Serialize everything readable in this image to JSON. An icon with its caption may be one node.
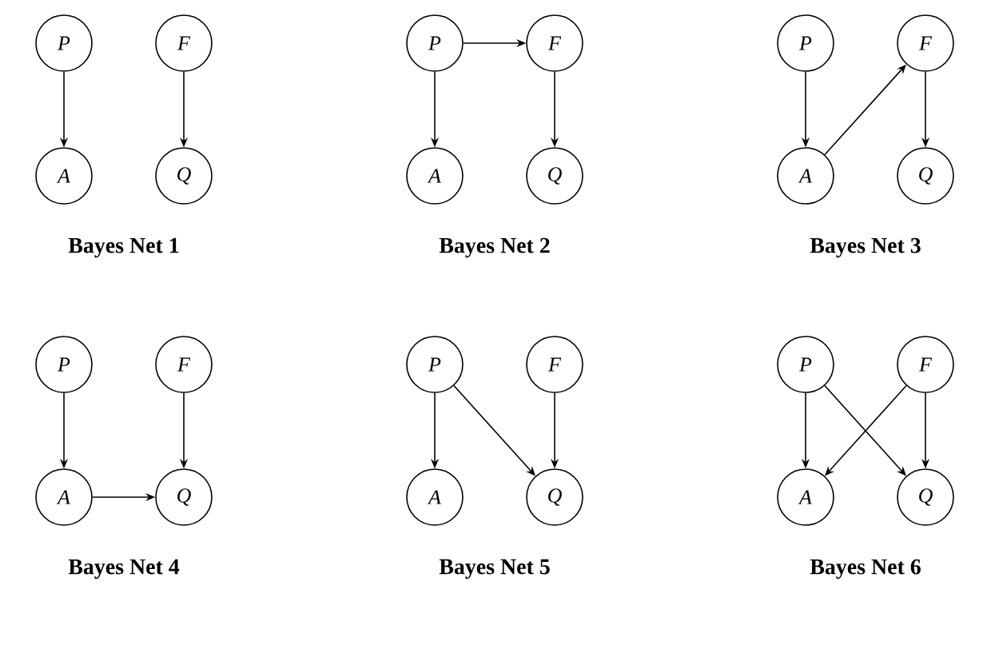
{
  "diagram": {
    "nodes": [
      {
        "text": [
          "P"
        ]
      },
      {
        "text": [
          "F"
        ]
      },
      {
        "text": [
          "A"
        ]
      },
      {
        "text": [
          "Q"
        ]
      },
      {
        "text": [
          "P"
        ]
      },
      {
        "text": [
          "F"
        ]
      },
      {
        "text": [
          "A"
        ]
      },
      {
        "text": [
          "Q"
        ]
      },
      {
        "text": [
          "P"
        ]
      },
      {
        "text": [
          "F"
        ]
      },
      {
        "text": [
          "A"
        ]
      },
      {
        "text": [
          "Q"
        ]
      },
      {
        "text": [
          "P"
        ]
      },
      {
        "text": [
          "F"
        ]
      },
      {
        "text": [
          "A"
        ]
      },
      {
        "text": [
          "Q"
        ]
      },
      {
        "text": [
          "P"
        ]
      },
      {
        "text": [
          "F"
        ]
      },
      {
        "text": [
          "A"
        ]
      },
      {
        "text": [
          "Q"
        ]
      },
      {
        "text": [
          "P"
        ]
      },
      {
        "text": [
          "F"
        ]
      },
      {
        "text": [
          "A"
        ]
      },
      {
        "text": [
          "Q"
        ]
      }
    ],
    "edges": [
      {
        "from": 0,
        "to": 2,
        "arrow": "to"
      },
      {
        "from": 1,
        "to": 3,
        "arrow": "to"
      },
      {
        "from": 4,
        "to": 6,
        "arrow": "to"
      },
      {
        "from": 4,
        "to": 5,
        "arrow": "to"
      },
      {
        "from": 5,
        "to": 7,
        "arrow": "to"
      },
      {
        "from": 8,
        "to": 10,
        "arrow": "to"
      },
      {
        "from": 10,
        "to": 9,
        "arrow": "to"
      },
      {
        "from": 9,
        "to": 11,
        "arrow": "to"
      },
      {
        "from": 12,
        "to": 14,
        "arrow": "to"
      },
      {
        "from": 13,
        "to": 15,
        "arrow": "to"
      },
      {
        "from": 14,
        "to": 15,
        "arrow": "to"
      },
      {
        "from": 16,
        "to": 18,
        "arrow": "to"
      },
      {
        "from": 16,
        "to": 19,
        "arrow": "to"
      },
      {
        "from": 17,
        "to": 19,
        "arrow": "to"
      },
      {
        "from": 20,
        "to": 22,
        "arrow": "to"
      },
      {
        "from": 20,
        "to": 23,
        "arrow": "to"
      },
      {
        "from": 21,
        "to": 22,
        "arrow": "to"
      },
      {
        "from": 21,
        "to": 23,
        "arrow": "to"
      }
    ],
    "labels": [
      "Bayes Net 1",
      "Bayes Net 2",
      "Bayes Net 3",
      "Bayes Net 4",
      "Bayes Net 5",
      "Bayes Net 6"
    ]
  }
}
